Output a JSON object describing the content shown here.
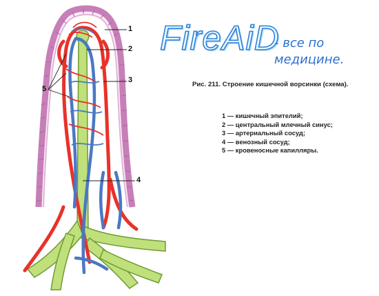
{
  "logo": {
    "text": "FireAiD"
  },
  "tagline": {
    "line1": "- все по",
    "line2": "медицине."
  },
  "caption": "Рис. 211. Строение кишечной ворсинки (схема).",
  "legend": [
    "1 — кишечный      эпителий;",
    "2 — центральный млечный синус;",
    "3 — артериальный сосуд;",
    "4 — венозный сосуд;",
    "5 — кровеносные капилляры."
  ],
  "callouts": {
    "c1": "1",
    "c2": "2",
    "c3": "3",
    "c4": "4",
    "c5": "5"
  },
  "colors": {
    "epithelium": "#c77fb8",
    "lacteal": "#bfe07a",
    "artery": "#e8322a",
    "vein": "#4a78c4"
  }
}
